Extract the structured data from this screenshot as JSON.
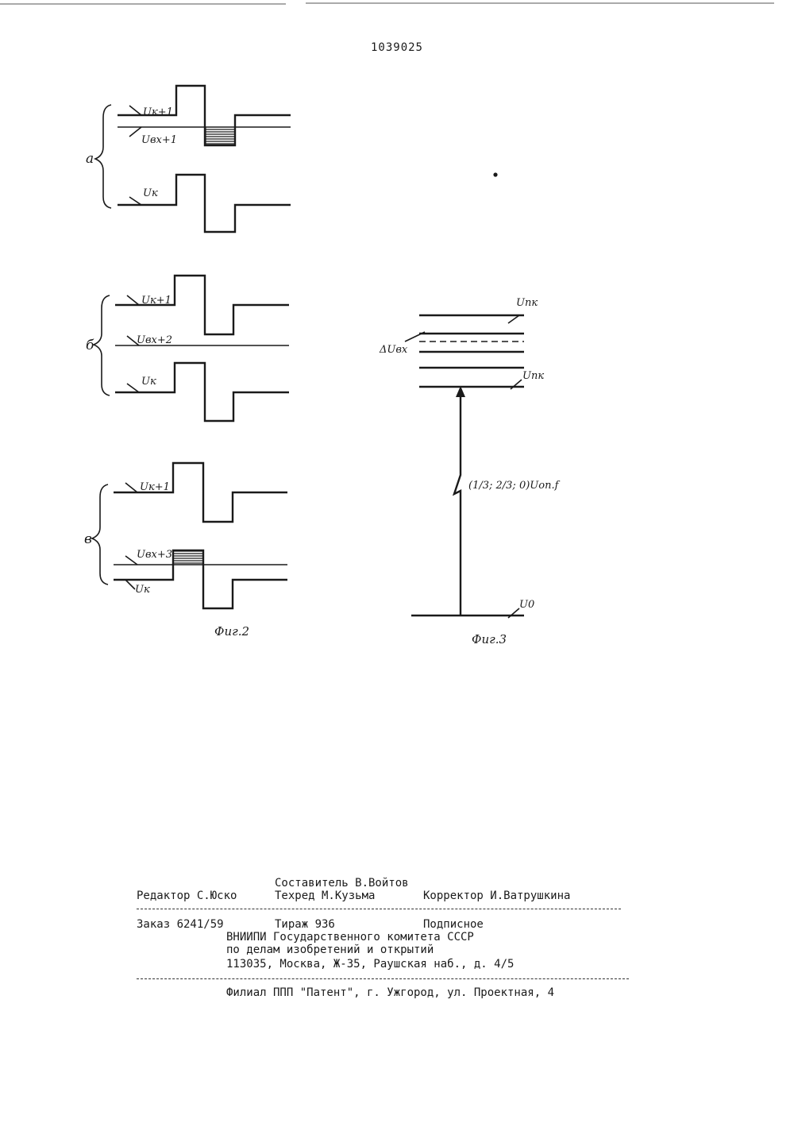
{
  "header": {
    "patent_number": "1039025"
  },
  "fig2": {
    "caption": "Фиг.2",
    "groups": [
      {
        "letter": "а",
        "upper_label": "Uк+1",
        "middle_label": "Uвх+1",
        "lower_label": "Uк"
      },
      {
        "letter": "б",
        "upper_label": "Uк+1",
        "middle_label": "Uвх+2",
        "lower_label": "Uк"
      },
      {
        "letter": "в",
        "upper_label": "Uк+1",
        "middle_label": "Uвх+3",
        "lower_label": "Uк"
      }
    ]
  },
  "fig3": {
    "caption": "Фиг.3",
    "top_label": "Uпк",
    "band_label": "ΔUвх",
    "lower_label": "Uпк",
    "arrow_label": "(1/3; 2/3; 0)Uоп.f",
    "base_label": "U0"
  },
  "imprint": {
    "compiler": "Составитель В.Войтов",
    "editor": "Редактор С.Юско",
    "techred": "Техред М.Кузьма",
    "corrector": "Корректор И.Ватрушкина",
    "order": "Заказ 6241/59",
    "print_run": "Тираж 936",
    "subscription": "Подписное",
    "org_line1": "ВНИИПИ Государственного комитета СССР",
    "org_line2": "по делам изобретений и открытий",
    "org_line3": "113035, Москва, Ж-35, Раушская наб., д. 4/5",
    "branch": "Филиал ППП \"Патент\", г. Ужгород, ул. Проектная, 4"
  }
}
